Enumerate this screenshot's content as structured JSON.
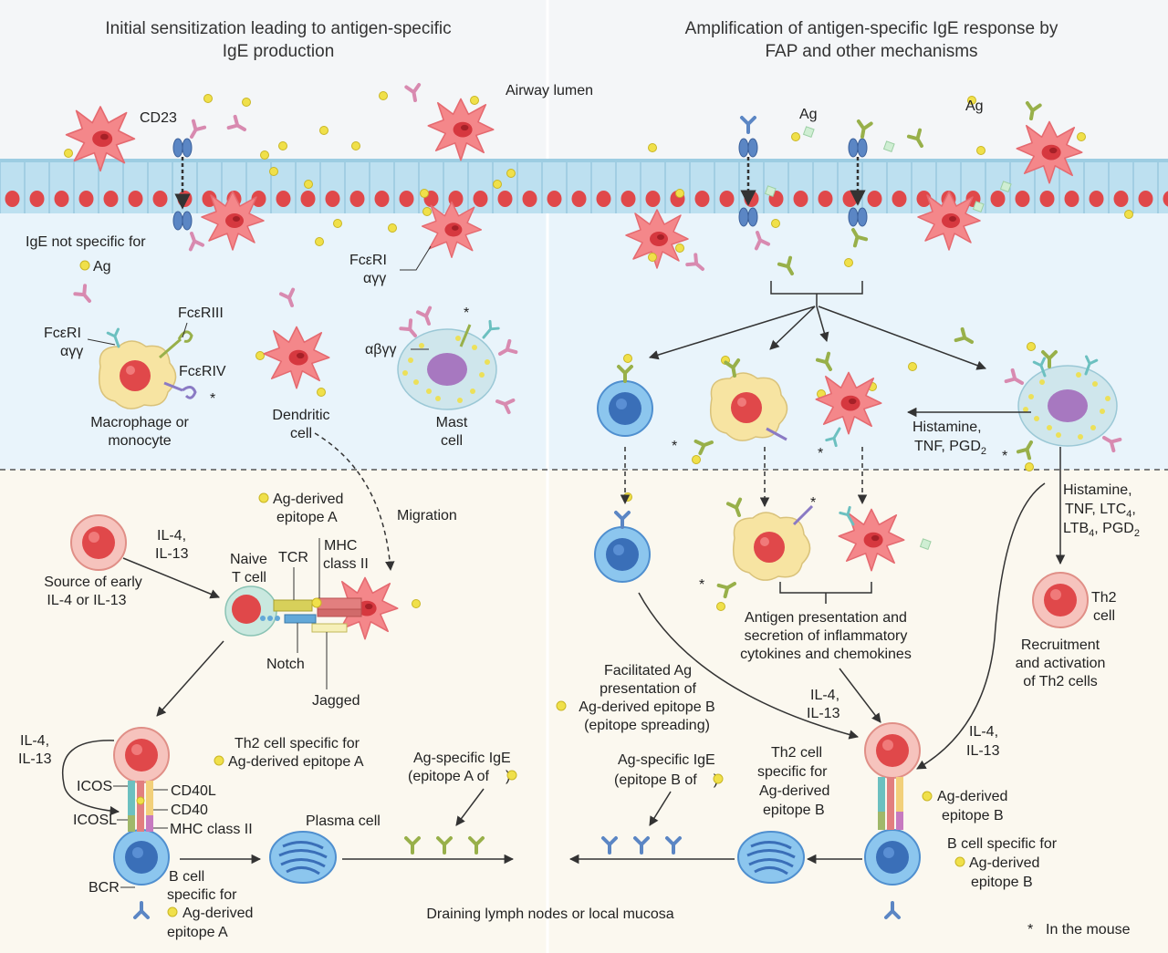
{
  "titles": {
    "left_line1": "Initial sensitization leading to antigen-specific",
    "left_line2": "IgE production",
    "right_line1": "Amplification of antigen-specific IgE response by",
    "right_line2": "FAP and other mechanisms"
  },
  "airway_lumen": "Airway lumen",
  "labels": {
    "cd23": "CD23",
    "ag_top_1": "Ag",
    "ag_top_2": "Ag",
    "ige_not_specific_1": "IgE not specific for",
    "ige_not_specific_2": "Ag",
    "fceri_agg_left_1": "FcεRI",
    "fceri_agg_left_2": "αγγ",
    "fceriii": "FcεRIII",
    "fceriv": "FcεRIV",
    "fceri_mid_1": "FcεRI",
    "fceri_mid_2": "αγγ",
    "abgg": "αβγγ",
    "macrophage_1": "Macrophage or",
    "macrophage_2": "monocyte",
    "dendritic_1": "Dendritic",
    "dendritic_2": "cell",
    "mast_1": "Mast",
    "mast_2": "cell",
    "histamine_a_1": "Histamine,",
    "histamine_a_2": "TNF, PGD",
    "histamine_a_2_sub": "2",
    "histamine_b_1": "Histamine,",
    "histamine_b_2": "TNF, LTC",
    "histamine_b_2_sub": "4",
    "histamine_b_2_end": ",",
    "histamine_b_3": "LTB",
    "histamine_b_3_sub": "4",
    "histamine_b_3_end": ", PGD",
    "histamine_b_3_sub2": "2",
    "ag_epitope_a_1": "Ag-derived",
    "ag_epitope_a_2": "epitope A",
    "migration": "Migration",
    "il4_a_1": "IL-4,",
    "il4_a_2": "IL-13",
    "source_1": "Source of early",
    "source_2": "IL-4 or IL-13",
    "naive_1": "Naive",
    "naive_2": "T cell",
    "tcr": "TCR",
    "mhc_1": "MHC",
    "mhc_2": "class II",
    "notch": "Notch",
    "jagged": "Jagged",
    "antigen_pres_1": "Antigen presentation and",
    "antigen_pres_2": "secretion of inflammatory",
    "antigen_pres_3": "cytokines and chemokines",
    "th2_small_1": "Th2",
    "th2_small_2": "cell",
    "recruit_1": "Recruitment",
    "recruit_2": "and activation",
    "recruit_3": "of Th2 cells",
    "facilitated_1": "Facilitated Ag",
    "facilitated_2": "presentation of",
    "facilitated_3": "Ag-derived epitope B",
    "facilitated_4": "(epitope spreading)",
    "il4_b_1": "IL-4,",
    "il4_b_2": "IL-13",
    "il4_c_1": "IL-4,",
    "il4_c_2": "IL-13",
    "il4_d_1": "IL-4,",
    "il4_d_2": "IL-13",
    "th2_spec_a_1": "Th2 cell specific for",
    "th2_spec_a_2": "Ag-derived epitope A",
    "agige_a_1": "Ag-specific IgE",
    "agige_a_2": "(epitope A of",
    "agige_a_3": ")",
    "agige_b_1": "Ag-specific IgE",
    "agige_b_2": "(epitope B of",
    "agige_b_3": ")",
    "th2_spec_b_1": "Th2 cell",
    "th2_spec_b_2": "specific for",
    "th2_spec_b_3": "Ag-derived",
    "th2_spec_b_4": "epitope B",
    "agderived_b_1": "Ag-derived",
    "agderived_b_2": "epitope B",
    "icos": "ICOS",
    "cd40l": "CD40L",
    "cd40": "CD40",
    "icosl": "ICOSL",
    "mhc_long": "MHC class II",
    "plasma": "Plasma cell",
    "bcr": "BCR",
    "bcell_a_1": "B cell",
    "bcell_a_2": "specific for",
    "bcell_a_3": "Ag-derived",
    "bcell_a_4": "epitope A",
    "bcell_b_1": "B cell specific for",
    "bcell_b_2": "Ag-derived",
    "bcell_b_3": "epitope B",
    "draining": "Draining lymph nodes or local mucosa",
    "mouse_star": "*",
    "mouse_note": "In the mouse",
    "star": "*"
  },
  "colors": {
    "epithelium": "#bde0f0",
    "nucleus": "#e0484a",
    "dendritic": "#f4878a",
    "ige_pink": "#d88ab0",
    "ige_green": "#98b04a",
    "ige_blue": "#5b86c4",
    "receptor_teal": "#6cc0c0",
    "antigen": "#f0e04a",
    "bcell": "#8cc6ee",
    "bcell_nucleus": "#3a6fb8",
    "tcell": "#f6c3bd",
    "macrophage": "#f7e4a2",
    "mast": "#cfe6ec",
    "mast_nucleus": "#a778c0"
  }
}
